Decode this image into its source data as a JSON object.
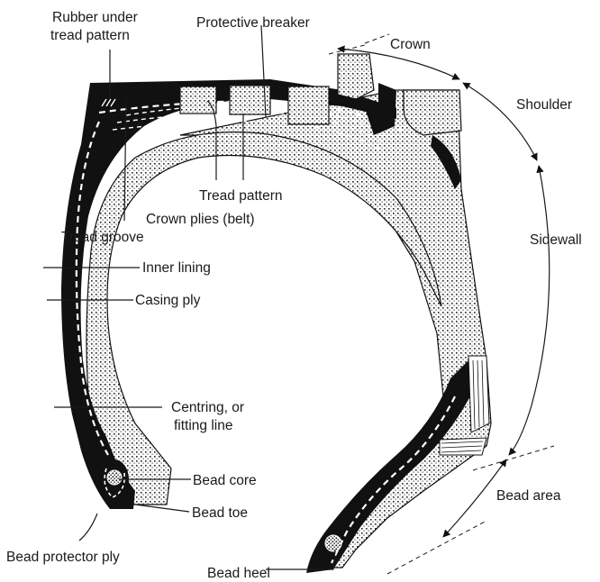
{
  "labels": {
    "rubber_under_tread": [
      "Rubber under",
      "tread pattern"
    ],
    "protective_breaker": "Protective breaker",
    "crown": "Crown",
    "shoulder": "Shoulder",
    "tread_pattern": "Tread pattern",
    "crown_plies": "Crown plies (belt)",
    "tread_groove": "Tread groove",
    "inner_lining": "Inner lining",
    "casing_ply": "Casing ply",
    "sidewall": "Sidewall",
    "centring": [
      "Centring, or",
      "fitting line"
    ],
    "bead_core": "Bead core",
    "bead_toe": "Bead toe",
    "bead_area": "Bead area",
    "bead_protector_ply": "Bead protector ply",
    "bead_heel": "Bead heel"
  }
}
